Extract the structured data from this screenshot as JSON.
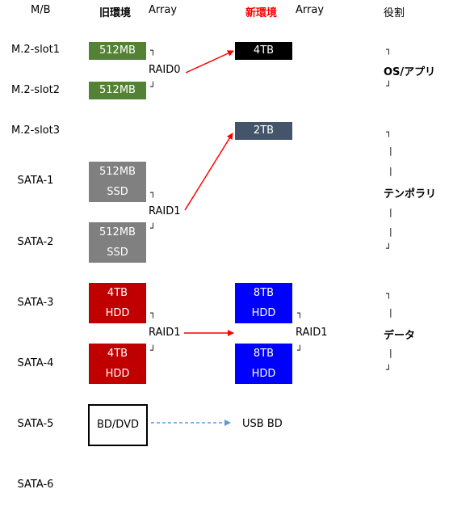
{
  "headers": {
    "mb": "M/B",
    "old_env": "旧環境",
    "array_old": "Array",
    "new_env": "新環境",
    "array_new": "Array",
    "role": "役割"
  },
  "slots": [
    "M.2-slot1",
    "M.2-slot2",
    "M.2-slot3",
    "SATA-1",
    "SATA-2",
    "SATA-3",
    "SATA-4",
    "SATA-5",
    "SATA-6"
  ],
  "old_drives": {
    "m2_1": [
      "512MB"
    ],
    "m2_2": [
      "512MB"
    ],
    "sata1": [
      "512MB",
      "SSD"
    ],
    "sata2": [
      "512MB",
      "SSD"
    ],
    "sata3": [
      "4TB",
      "HDD"
    ],
    "sata4": [
      "4TB",
      "HDD"
    ],
    "sata5": [
      "BD/DVD"
    ]
  },
  "new_drives": {
    "m2_1": [
      "4TB"
    ],
    "m2_3": [
      "2TB"
    ],
    "sata3": [
      "8TB",
      "HDD"
    ],
    "sata4": [
      "8TB",
      "HDD"
    ],
    "sata5": "USB BD"
  },
  "arrays": {
    "old_raid0": "RAID0",
    "old_raid1_ssd": "RAID1",
    "old_raid1_hdd": "RAID1",
    "new_raid1_hdd": "RAID1"
  },
  "roles": {
    "os": "OS/アプリ",
    "temp": "テンポラリ",
    "data": "データ"
  },
  "bracket_glyphs": {
    "top": "┐",
    "mid": "|",
    "bottom": "┘"
  },
  "colors": {
    "green": "#548235",
    "gray": "#808080",
    "dark_red": "#c00000",
    "black": "#000000",
    "slate": "#44546a",
    "blue": "#0000ff",
    "arrow_red": "#ff0000",
    "arrow_blue": "#5b9bd5",
    "new_env_text": "#ff0000"
  }
}
